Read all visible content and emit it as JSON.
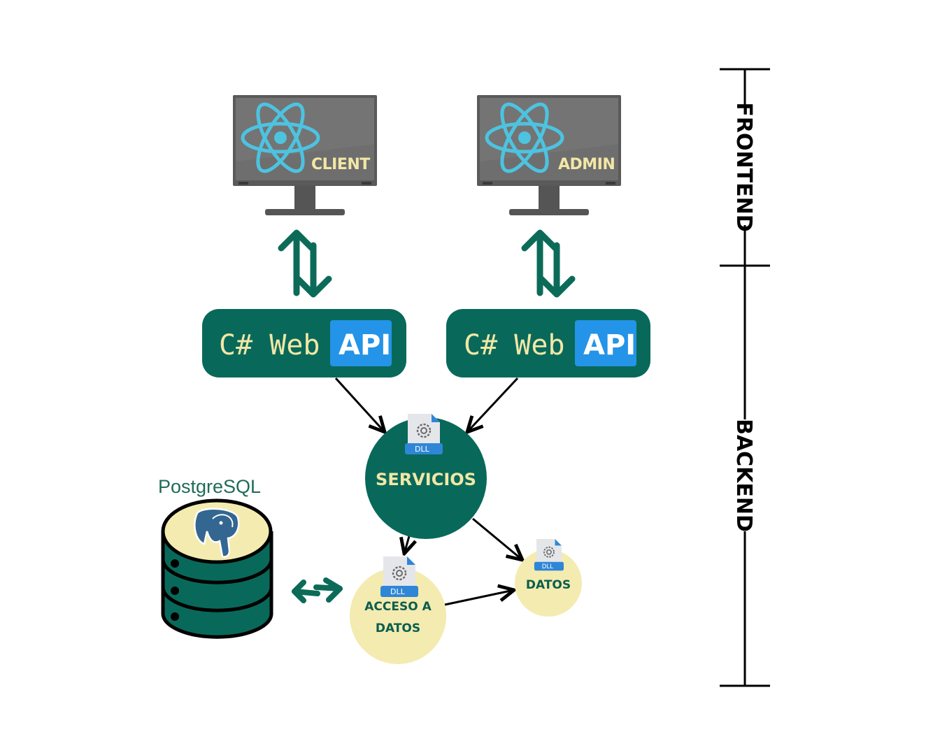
{
  "frontend": {
    "client_label": "CLIENT",
    "admin_label": "ADMIN",
    "icon": "react-icon"
  },
  "apis": {
    "left": {
      "prefix": "C# Web",
      "badge": "API"
    },
    "right": {
      "prefix": "C# Web",
      "badge": "API"
    }
  },
  "servicios": {
    "label": "SERVICIOS",
    "file_badge": "DLL"
  },
  "acceso_datos": {
    "line1": "ACCESO A",
    "line2": "DATOS",
    "file_badge": "DLL"
  },
  "datos": {
    "label": "DATOS",
    "file_badge": "DLL"
  },
  "database": {
    "title": "PostgreSQL",
    "icon": "postgresql-elephant-icon"
  },
  "tiers": {
    "frontend": "FRONTEND",
    "backend": "BACKEND"
  },
  "colors": {
    "primary_green": "#08695a",
    "pale_yellow": "#f4ebb0",
    "api_badge_blue": "#2394e8",
    "react_cyan": "#4dc3e0",
    "monitor_gray": "#6b6b6b"
  }
}
